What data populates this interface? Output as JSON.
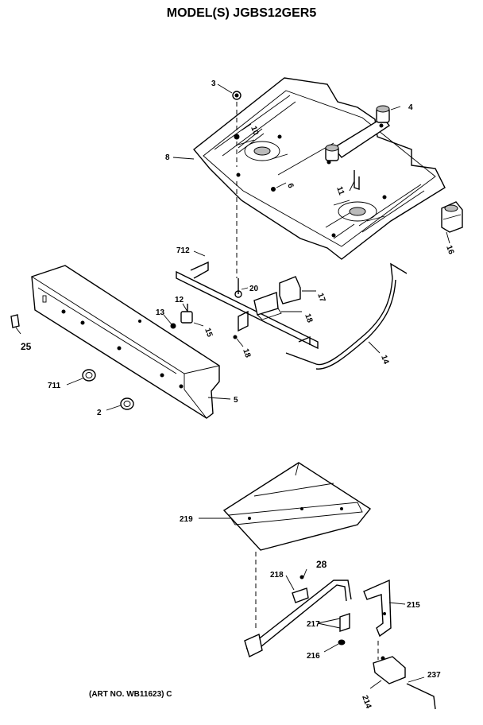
{
  "title": "MODEL(S) JGBS12GER5",
  "art_number": "(ART NO. WB11623) C",
  "callouts": {
    "c3": "3",
    "c4": "4",
    "c10": "10",
    "c8": "8",
    "c6": "6",
    "c11": "11",
    "c16": "16",
    "c712": "712",
    "c20": "20",
    "c17": "17",
    "c12": "12",
    "c13": "13",
    "c15": "15",
    "c18a": "18",
    "c18b": "18",
    "c25": "25",
    "c14": "14",
    "c711": "711",
    "c5": "5",
    "c2": "2",
    "c219": "219",
    "c28": "28",
    "c218": "218",
    "c215": "215",
    "c217": "217",
    "c216": "216",
    "c237": "237",
    "c214": "214"
  }
}
